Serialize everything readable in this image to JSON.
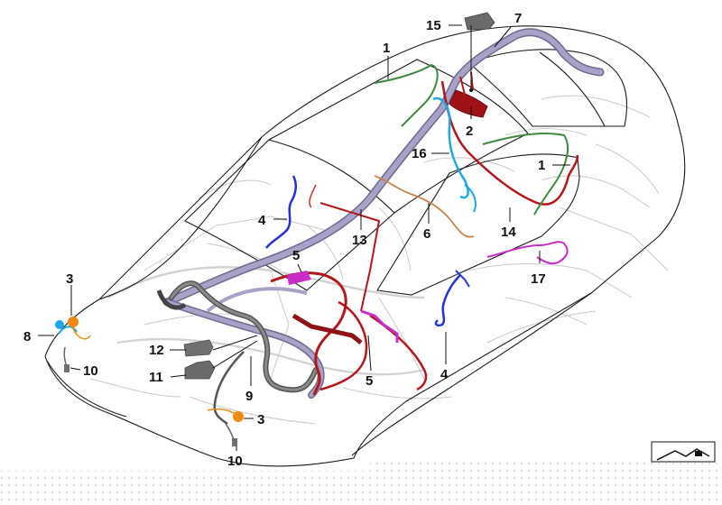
{
  "diagram": {
    "callouts": {
      "c1a": "1",
      "c1b": "1",
      "c2": "2",
      "c3a": "3",
      "c3b": "3",
      "c4a": "4",
      "c4b": "4",
      "c5a": "5",
      "c5b": "5",
      "c6": "6",
      "c7": "7",
      "c8": "8",
      "c9": "9",
      "c10a": "10",
      "c10b": "10",
      "c11": "11",
      "c12": "12",
      "c13": "13",
      "c14": "14",
      "c15": "15",
      "c16": "16",
      "c17": "17"
    },
    "colors": {
      "main_harness": "#a7a3c6",
      "main_harness_dark": "#6e6a92",
      "red_harness": "#b3161b",
      "green_harness": "#3f8a3c",
      "blue_harness": "#2433d8",
      "cyan_harness": "#1fa8e8",
      "magenta_harness": "#c92cc9",
      "orange_harness": "#c8834a",
      "engine_harness": "#6b6b6b",
      "orange_part": "#f08a10",
      "grey_part": "#707070"
    }
  }
}
